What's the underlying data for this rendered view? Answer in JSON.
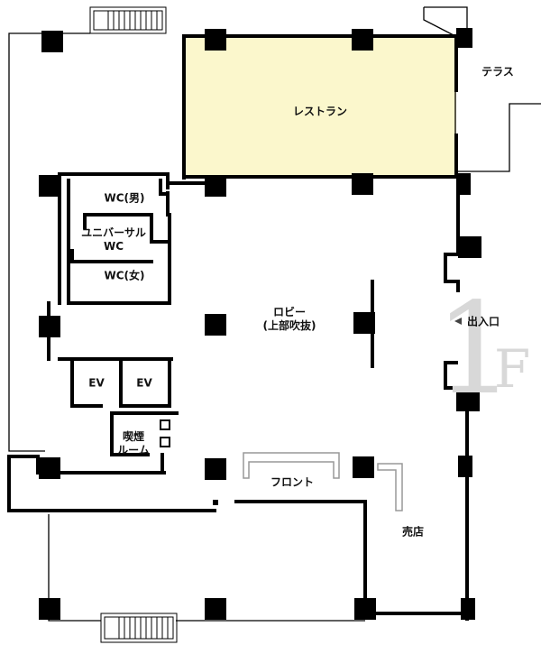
{
  "floor": {
    "number": "1",
    "unit": "F"
  },
  "rooms": {
    "restaurant": "レストラン",
    "terrace": "テラス",
    "wc_men": "WC(男)",
    "universal_wc_1": "ユニバーサル",
    "universal_wc_2": "WC",
    "wc_women": "WC(女)",
    "lobby_1": "ロビー",
    "lobby_2": "(上部吹抜)",
    "entrance": "出入口",
    "ev_1": "EV",
    "ev_2": "EV",
    "smoking_1": "喫煙",
    "smoking_2": "ルーム",
    "front": "フロント",
    "shop": "売店"
  },
  "colors": {
    "restaurant_fill": "#fbf7cc",
    "wall": "#000000",
    "floor_mark": "#d8d8d8"
  }
}
